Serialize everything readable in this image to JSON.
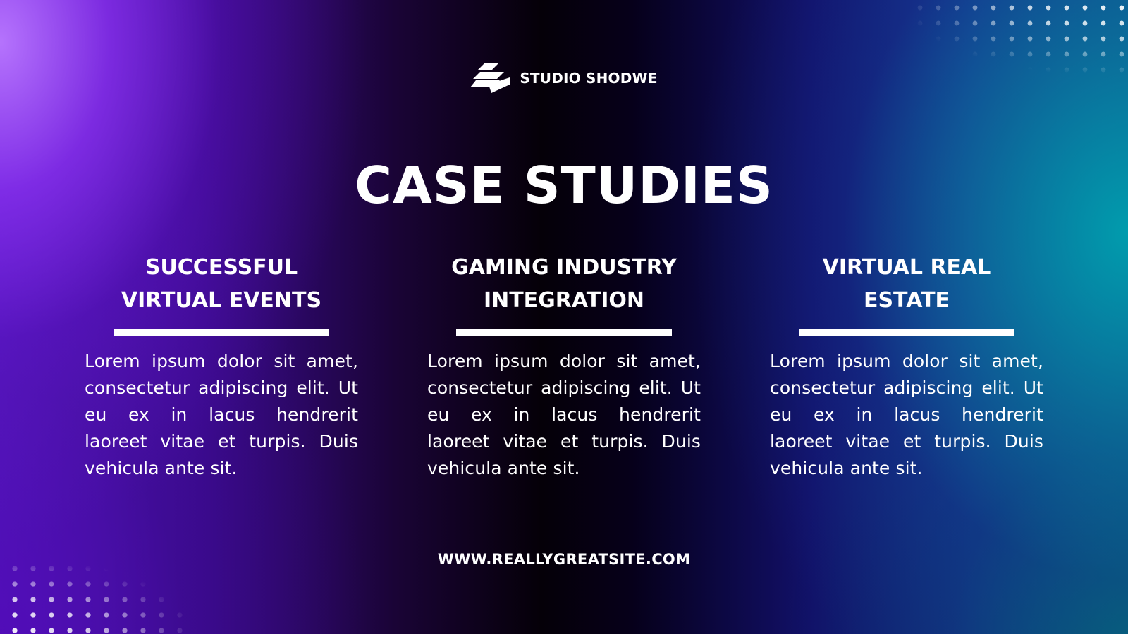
{
  "brand": {
    "name": "STUDIO SHODWE",
    "logo_icon": "stacked-slash-logo-icon"
  },
  "page": {
    "title": "CASE STUDIES"
  },
  "columns": [
    {
      "heading": "SUCCESSFUL\nVIRTUAL EVENTS",
      "body": "Lorem ipsum dolor sit amet, consectetur adipiscing elit. Ut eu ex in lacus hendrerit laoreet vitae et turpis. Duis vehicula ante sit."
    },
    {
      "heading": "GAMING INDUSTRY\nINTEGRATION",
      "body": "Lorem ipsum dolor sit amet, consectetur adipiscing elit. Ut eu ex in lacus hendrerit laoreet vitae et turpis. Duis vehicula ante sit."
    },
    {
      "heading": "VIRTUAL REAL\nESTATE",
      "body": "Lorem ipsum dolor sit amet, consectetur adipiscing elit. Ut eu ex in lacus hendrerit laoreet vitae et turpis. Duis vehicula ante sit."
    }
  ],
  "footer": {
    "url": "WWW.REALLYGREATSITE.COM"
  },
  "colors": {
    "text": "#ffffff",
    "accent_purple": "#7a2ff0",
    "accent_teal": "#0aa0ad",
    "center_dark": "#050008"
  }
}
